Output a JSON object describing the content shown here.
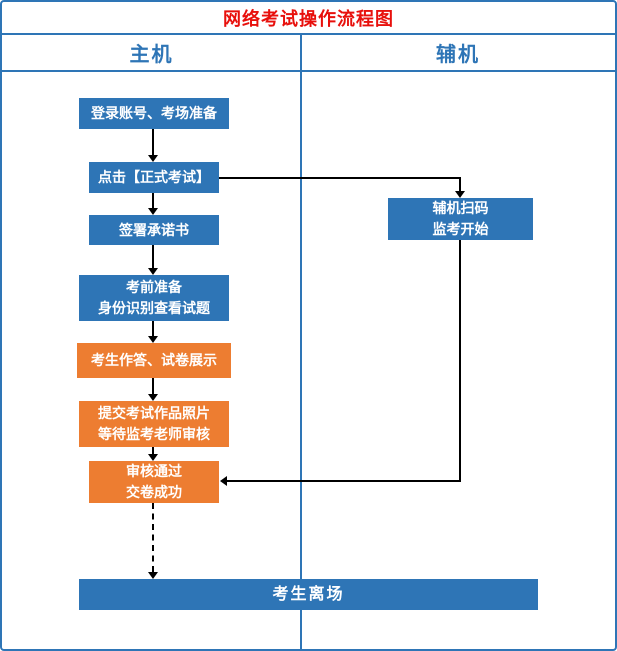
{
  "title": "网络考试操作流程图",
  "columns": {
    "left": "主机",
    "right": "辅机"
  },
  "colors": {
    "node_blue": "#2E75B6",
    "node_orange": "#ED7D31",
    "title_red": "#E8100C",
    "border_blue": "#2E75B6",
    "arrow_black": "#000000"
  },
  "nodes": {
    "login": "登录账号、考场准备",
    "start_exam": "点击【正式考试】",
    "sign": "签署承诺书",
    "prepare": "考前准备\n身份识别查看试题",
    "answer": "考生作答、试卷展示",
    "submit": "提交考试作品照片\n等待监考老师审核",
    "review": "审核通过\n交卷成功",
    "aux_scan": "辅机扫码\n监考开始",
    "leave": "考生离场"
  }
}
